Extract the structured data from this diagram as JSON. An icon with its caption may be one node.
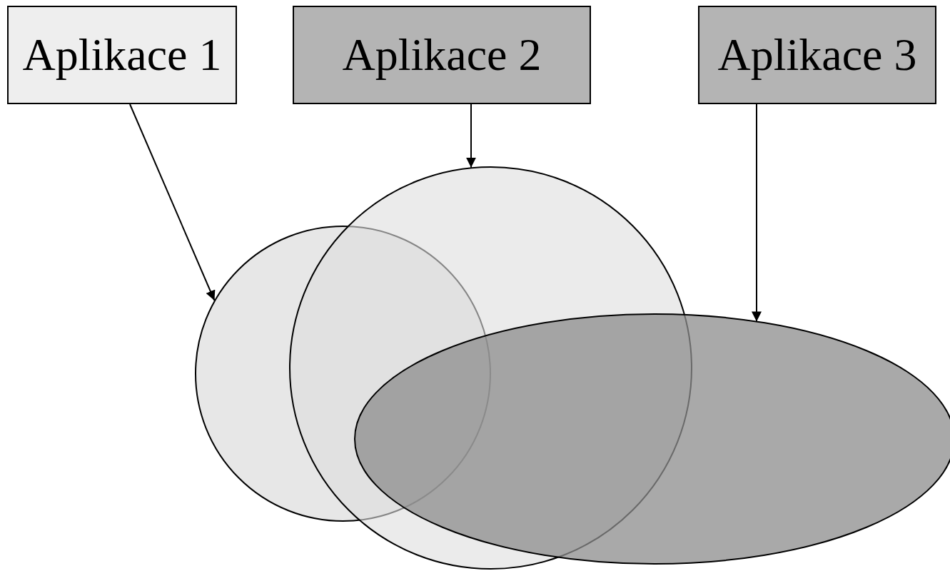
{
  "diagram": {
    "nodes": [
      {
        "text": [
          "Aplikace 1"
        ]
      },
      {
        "text": [
          "Aplikace 2"
        ]
      },
      {
        "text": [
          "Aplikace 3"
        ]
      },
      {
        "text": [],
        "shape": "circle"
      },
      {
        "text": [],
        "shape": "circle"
      },
      {
        "text": [],
        "shape": "ellipse"
      }
    ],
    "edges": [
      {
        "from": 0,
        "to": 3,
        "arrow": "to"
      },
      {
        "from": 1,
        "to": 4,
        "arrow": "to"
      },
      {
        "from": 2,
        "to": 5,
        "arrow": "to"
      }
    ]
  }
}
